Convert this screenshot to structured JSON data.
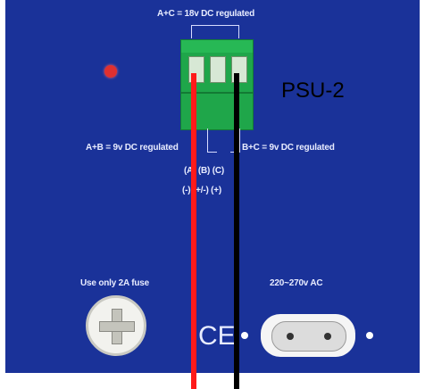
{
  "labels": {
    "ac_top": "A+C = 18v DC regulated",
    "ab": "A+B = 9v DC regulated",
    "bc": "B+C = 9v DC regulated",
    "terminals": "(A)  (B)  (C)",
    "polarity": "(-) (+/-) (+)",
    "fuse": "Use only 2A fuse",
    "ac_input": "220~270v AC",
    "ce": "CE",
    "psu": "PSU-2"
  },
  "colors": {
    "panel": "#1a3299",
    "terminal_block": "#1fa64a",
    "wire_red": "#ff1a1a",
    "wire_black": "#000000",
    "led": "#e03030"
  },
  "icons": [
    "red-led-icon",
    "fuse-holder-icon",
    "ce-mark-icon",
    "ac-socket-icon"
  ]
}
